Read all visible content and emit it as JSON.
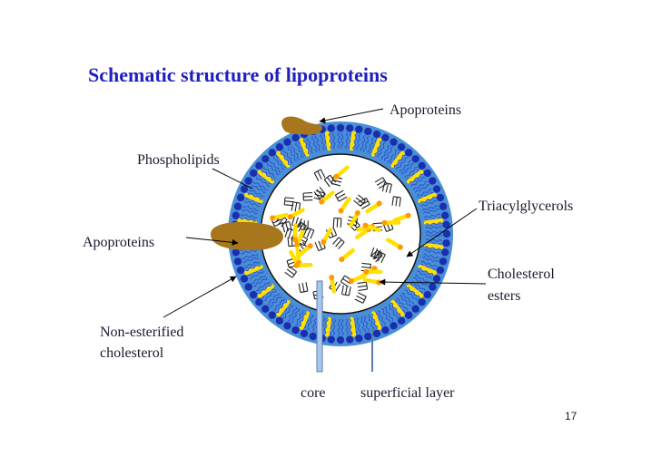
{
  "slide": {
    "title": "Schematic structure of lipoproteins",
    "page_number": "17"
  },
  "labels": {
    "apoproteins_top": "Apoproteins",
    "phospholipids": "Phospholipids",
    "triacylglycerols": "Triacylglycerols",
    "apoproteins_left": "Apoproteins",
    "cholesterol_esters_line1": "Cholesterol",
    "cholesterol_esters_line2": "esters",
    "non_esterified_line1": "Non-esterified",
    "non_esterified_line2": "cholesterol",
    "core": "core",
    "superficial_layer": "superficial layer"
  },
  "colors": {
    "title": "#1f1fbf",
    "shell": "#4a8fd6",
    "phospholipid_head": "#1a2fb0",
    "phospholipid_tail": "#2a4fd0",
    "cholesterol": "#ffe000",
    "apoprotein": "#a8761c",
    "ester_head": "#ff9a00",
    "triacylglycerol": "#222222"
  }
}
